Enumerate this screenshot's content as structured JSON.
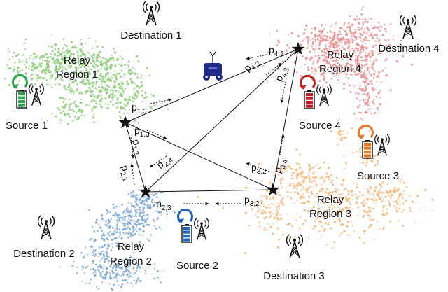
{
  "colors": {
    "region_1": "#8fce7e",
    "region_2": "#7fa9d6",
    "region_3": "#f7b77c",
    "region_4": "#ea8f8f",
    "source_1": "#2aa34a",
    "source_2": "#1f65b6",
    "source_3": "#e67a24",
    "source_4": "#c41e24",
    "uav": "#1d2a8a"
  },
  "icons": {
    "node": "star-icon",
    "destination": "antenna-tower-icon",
    "source": "battery-tower-icon",
    "uav": "uav-robot-icon"
  },
  "destinations": [
    {
      "label": "Destination 1"
    },
    {
      "label": "Destination 2"
    },
    {
      "label": "Destination 3"
    },
    {
      "label": "Destination 4"
    }
  ],
  "sources": [
    {
      "label": "Source 1"
    },
    {
      "label": "Source 2"
    },
    {
      "label": "Source 3"
    },
    {
      "label": "Source 4"
    }
  ],
  "regions": [
    {
      "line1": "Relay",
      "line2": "Region 1"
    },
    {
      "line1": "Relay",
      "line2": "Region 2"
    },
    {
      "line1": "Relay",
      "line2": "Region 3"
    },
    {
      "line1": "Relay",
      "line2": "Region 4"
    }
  ],
  "links": [
    {
      "base": "p",
      "sub": "1,3"
    },
    {
      "base": "p",
      "sub": "1,2"
    },
    {
      "base": "p",
      "sub": "2,1"
    },
    {
      "base": "p",
      "sub": "1,3"
    },
    {
      "base": "p",
      "sub": "2,4"
    },
    {
      "base": "p",
      "sub": "2,3"
    },
    {
      "base": "p",
      "sub": "3,2"
    },
    {
      "base": "p",
      "sub": "3,2"
    },
    {
      "base": "p",
      "sub": "3,4"
    },
    {
      "base": "p",
      "sub": "4,1"
    },
    {
      "base": "p",
      "sub": "4,2"
    },
    {
      "base": "p",
      "sub": "4,3"
    }
  ]
}
